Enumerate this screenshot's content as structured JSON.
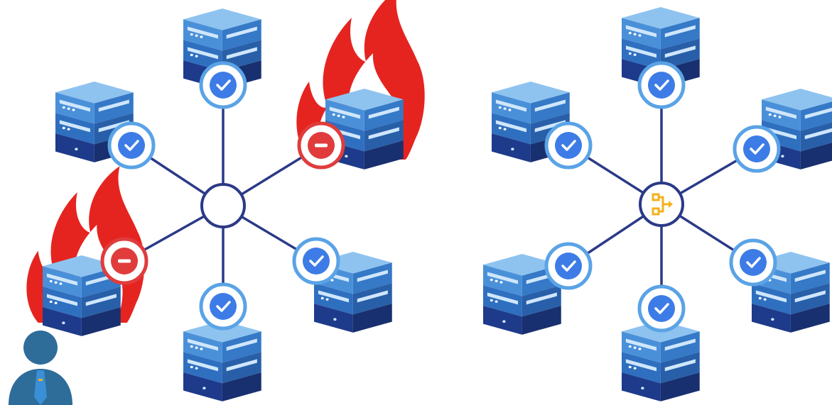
{
  "colors": {
    "line": "#2b3a87",
    "hub_stroke": "#2b3a87",
    "hub_fill": "#ffffff",
    "badge_ring_ok": "#5aa3e6",
    "badge_inner_ok": "#3d7ce6",
    "badge_ring_fail": "#e03c3c",
    "badge_inner_fail": "#e03c3c",
    "fire_outer": "#e52420",
    "fire_inner": "#d11a16",
    "server_top": "#4a90d9",
    "server_mid": "#2f6fbf",
    "server_base": "#1e3a8a",
    "server_light": "#cfe6fb",
    "load_balancer_icon": "#f2b21b",
    "user_body": "#2e6c9a",
    "user_tie": "#3a8fd6"
  },
  "icons": {
    "hub_plain": "empty-hub",
    "hub_balancer": "load-balancer-icon",
    "status_ok": "check-circle-icon",
    "status_fail": "minus-circle-icon",
    "server": "server-rack-icon",
    "fire": "fire-icon",
    "user": "user-avatar-icon"
  },
  "left_network": {
    "hub": "empty-hub",
    "nodes": [
      {
        "id": "top",
        "status": "ok",
        "on_fire": false
      },
      {
        "id": "upper-left",
        "status": "ok",
        "on_fire": false
      },
      {
        "id": "upper-right",
        "status": "fail",
        "on_fire": true
      },
      {
        "id": "lower-left",
        "status": "fail",
        "on_fire": true
      },
      {
        "id": "lower-right",
        "status": "ok",
        "on_fire": false
      },
      {
        "id": "bottom",
        "status": "ok",
        "on_fire": false
      }
    ]
  },
  "right_network": {
    "hub": "load-balancer-icon",
    "nodes": [
      {
        "id": "top",
        "status": "ok",
        "on_fire": false
      },
      {
        "id": "upper-left",
        "status": "ok",
        "on_fire": false
      },
      {
        "id": "upper-right",
        "status": "ok",
        "on_fire": false
      },
      {
        "id": "lower-left",
        "status": "ok",
        "on_fire": false
      },
      {
        "id": "lower-right",
        "status": "ok",
        "on_fire": false
      },
      {
        "id": "bottom",
        "status": "ok",
        "on_fire": false
      }
    ]
  }
}
